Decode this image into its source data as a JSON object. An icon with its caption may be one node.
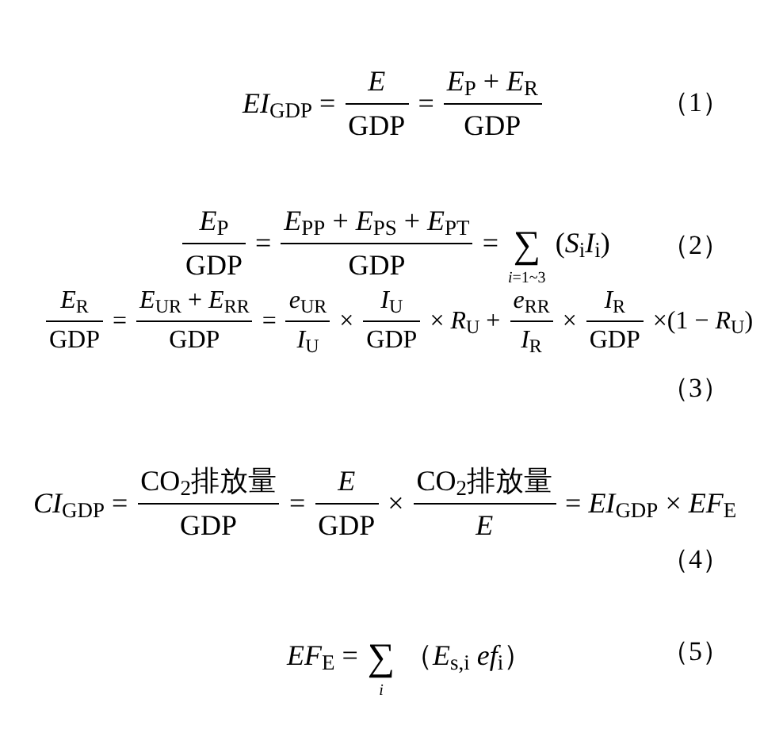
{
  "diagram": {
    "labels": [
      "*EI*$_{GDP}$ =",
      "*E*",
      "GDP",
      "=",
      "*E*$_{P}$ + *E*$_{R}$",
      "GDP",
      "（1）",
      "*E*$_{P}$",
      "GDP",
      "=",
      "*E*$_{PP}$ + *E*$_{PS}$ + *E*$_{PT}$",
      "GDP",
      "=",
      "∑",
      "*i*=1~3",
      "(*S*$_{i}$*I*$_{i}$)",
      "（2）",
      "*E*$_{R}$",
      "GDP",
      "=",
      "*E*$_{UR}$ + *E*$_{RR}$",
      "GDP",
      "=",
      "*e*$_{UR}$",
      "*I*$_{U}$",
      "×",
      "*I*$_{U}$",
      "GDP",
      "× *R*$_{U}$ +",
      "*e*$_{RR}$",
      "*I*$_{R}$",
      "×",
      "*I*$_{R}$",
      "GDP",
      "×(1 − *R*$_{U}$)",
      "（3）",
      "*CI*$_{GDP}$ =",
      "CO$_{2}$排放量",
      "GDP",
      "=",
      "*E*",
      "GDP",
      "×",
      "CO$_{2}$排放量",
      "*E*",
      "= *EI*$_{GDP}$ × *EF*$_{E}$",
      "（4）",
      "*EF*$_{E}$ =",
      "∑",
      "*i*",
      "（*E*$_{s,i}$ *ef*$_{i}$）",
      "（5）"
    ]
  }
}
